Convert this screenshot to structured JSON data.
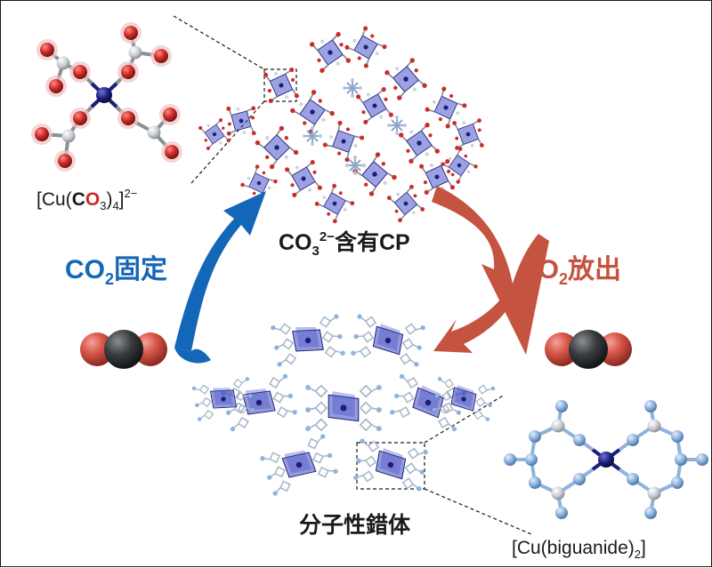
{
  "labels": {
    "top_complex_prefix": "[Cu(",
    "top_complex_c": "C",
    "top_complex_o": "O",
    "top_complex_sub3": "3",
    "top_complex_close": ")",
    "top_complex_sub4": "4",
    "top_complex_bracket": "]",
    "top_complex_charge": "2−",
    "cp_prefix": "CO",
    "cp_sub": "3",
    "cp_sup": "2−",
    "cp_suffix": "含有CP",
    "fix_prefix": "CO",
    "fix_sub": "2",
    "fix_suffix": "固定",
    "release_prefix": "CO",
    "release_sub": "2",
    "release_suffix": "放出",
    "molecular_complex": "分子性錯体",
    "bottom_complex_prefix": "[Cu(biguanide)",
    "bottom_complex_sub": "2",
    "bottom_complex_suffix": "]"
  },
  "colors": {
    "fix_blue": "#1466b8",
    "release_red": "#c4533f",
    "copper_navy": "#1c1f7a",
    "oxygen_red": "#cc2b2b",
    "carbon_gray": "#c9cdd2",
    "nitrogen_blue": "#8fb3dd",
    "co2_carbon": "#3a3d40",
    "co2_oxygen": "#d9574a"
  }
}
